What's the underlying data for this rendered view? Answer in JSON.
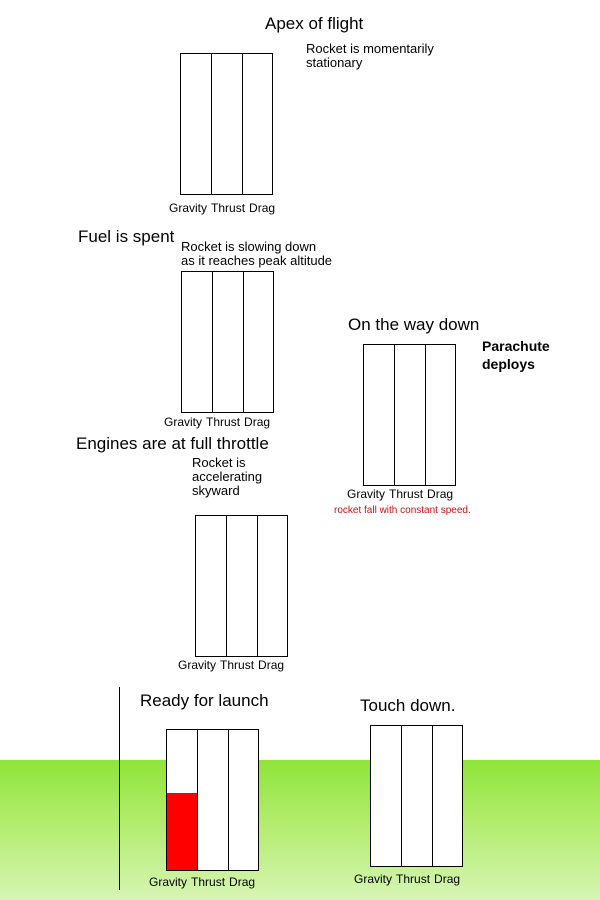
{
  "stages": {
    "apex": {
      "title": "Apex of flight",
      "note": "Rocket is momentarily\nstationary"
    },
    "fuel_spent": {
      "title": "Fuel is spent",
      "note": "Rocket is slowing down\nas it reaches peak altitude"
    },
    "full_throttle": {
      "title": "Engines are at full throttle",
      "note": "Rocket is\naccelerating\nskyward"
    },
    "launch": {
      "title": "Ready for launch",
      "gravity_fill": 0.55
    },
    "way_down": {
      "title": "On the way down",
      "note": "Parachute\ndeploys",
      "red_note": "rocket fall with constant speed."
    },
    "touch_down": {
      "title": "Touch down."
    }
  },
  "force_labels": {
    "gravity": "Gravity",
    "thrust": "Thrust",
    "drag": "Drag"
  },
  "colors": {
    "rocket": "#cc0000",
    "gravity_fill": "#ff0000",
    "ground": "#8fe43a",
    "parachute_red": "#f08070",
    "red_note": "#cc1111"
  },
  "icons": [
    "rocket-icon",
    "parachute-icon",
    "exhaust-flame-icon",
    "launch-rod-icon"
  ]
}
